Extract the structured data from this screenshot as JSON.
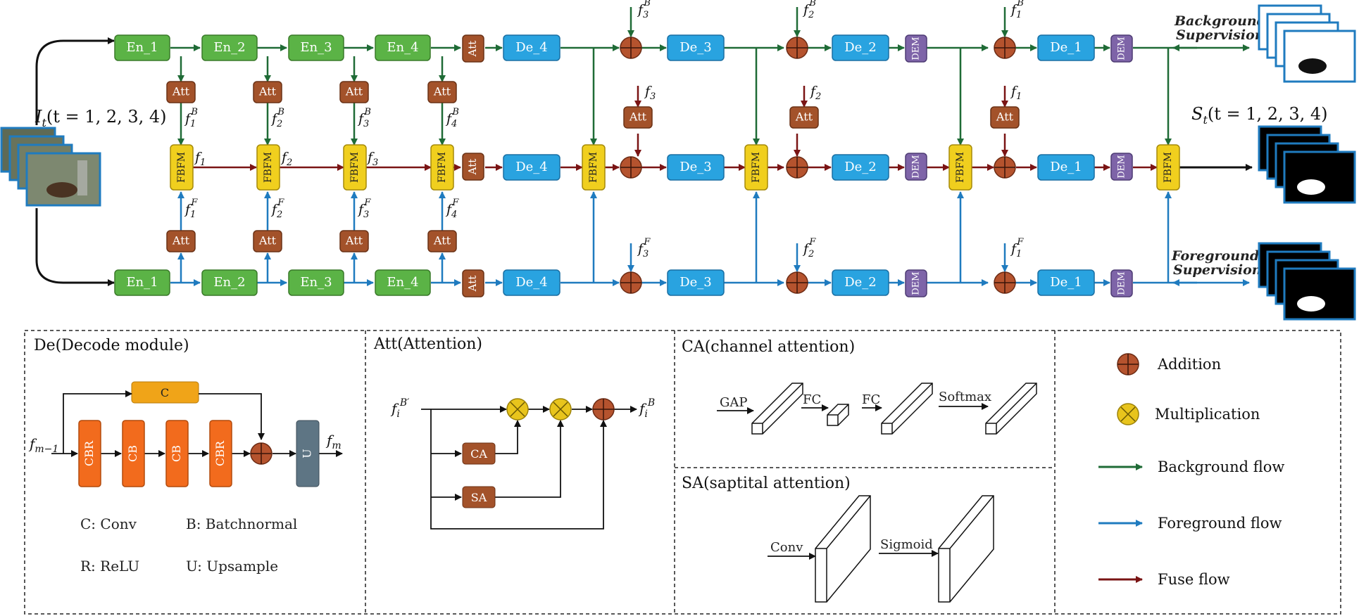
{
  "modules": {
    "en": [
      "En_1",
      "En_2",
      "En_3",
      "En_4"
    ],
    "de": [
      "De_4",
      "De_3",
      "De_2",
      "De_1"
    ],
    "att": "Att",
    "fbfm": "FBFM",
    "dem": "DEM"
  },
  "features": {
    "fB_base": "f",
    "B": "B",
    "F": "F",
    "indices": [
      "1",
      "2",
      "3",
      "4"
    ],
    "fuse": [
      "f",
      "f",
      "f"
    ],
    "fuse_idx": [
      "1",
      "2",
      "3"
    ]
  },
  "input_label": {
    "I": "I",
    "t_sub": "t",
    "rest": "(t = 1, 2, 3, 4)"
  },
  "output_label": {
    "S": "S",
    "t_sub": "t",
    "rest": "(t = 1, 2, 3, 4)"
  },
  "supervision": {
    "bg": [
      "Background",
      "Supervision"
    ],
    "fg": [
      "Foreground",
      "Supervision"
    ]
  },
  "panels": {
    "de": {
      "title": "De(Decode module)",
      "c": "C",
      "blocks": [
        "CBR",
        "CB",
        "CB",
        "CBR"
      ],
      "u": "U",
      "in": "f",
      "in_sub": "m−1",
      "out": "f",
      "out_sub": "m",
      "notes": [
        "C: Conv",
        "B: Batchnormal",
        "R: ReLU",
        "U: Upsample"
      ]
    },
    "att": {
      "title": "Att(Attention)",
      "ca": "CA",
      "sa": "SA",
      "in": "f",
      "in_sub": "i",
      "in_sup": "B′",
      "out": "f",
      "out_sub": "i",
      "out_sup": "B"
    },
    "ca": {
      "title": "CA(channel attention)",
      "labels": [
        "GAP",
        "FC",
        "FC",
        "Softmax"
      ]
    },
    "sa": {
      "title": "SA(saptital attention)",
      "labels": [
        "Conv",
        "Sigmoid"
      ]
    },
    "legend": [
      "Addition",
      "Multiplication",
      "Background flow",
      "Foreground flow",
      "Fuse flow"
    ]
  },
  "colors": {
    "en": "#5bb346",
    "de": "#29a3e0",
    "att": "#a3522a",
    "fbfm": "#f0cf1e",
    "dem": "#7e64a8",
    "add": "#b5532e",
    "mul": "#e8c41c",
    "green": "#1f6b36",
    "blue": "#1f7bbf",
    "red": "#7a1414",
    "orange": "#f26b1d",
    "convC": "#f0a418",
    "up": "#5e7584"
  }
}
